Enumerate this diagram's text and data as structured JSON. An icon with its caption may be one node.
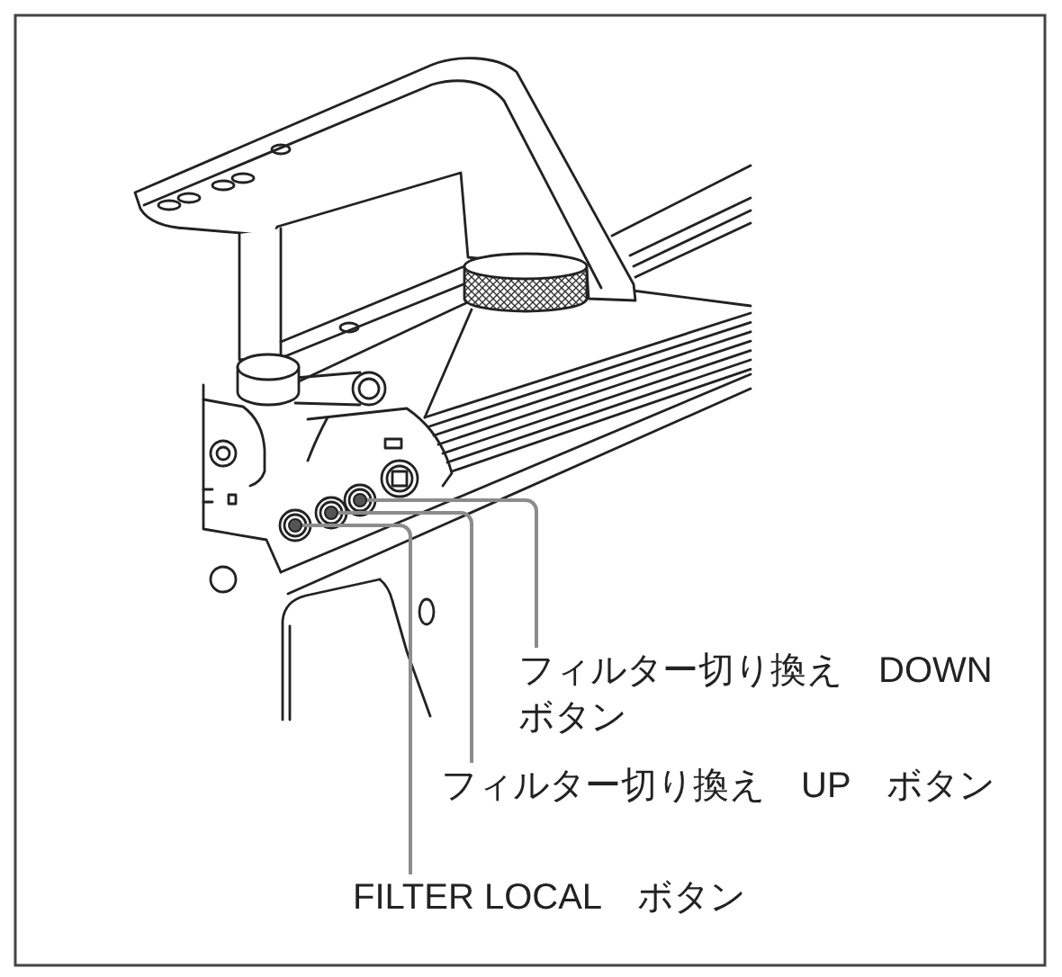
{
  "diagram": {
    "nodes": [
      {
        "text": [],
        "shape": "circle"
      },
      {
        "text": [],
        "shape": "circle"
      },
      {
        "text": [],
        "shape": "circle"
      },
      {
        "text": [
          "フィルター切り換え　DOWN ボタン"
        ]
      },
      {
        "text": [
          "フィルター切り換え　UP　ボタン"
        ]
      },
      {
        "text": [
          "FILTER LOCAL　ボタン"
        ]
      }
    ],
    "edges": [
      {
        "from": 3,
        "to": 2,
        "arrow": "none"
      },
      {
        "from": 4,
        "to": 1,
        "arrow": "none"
      },
      {
        "from": 5,
        "to": 0,
        "arrow": "none"
      }
    ]
  }
}
